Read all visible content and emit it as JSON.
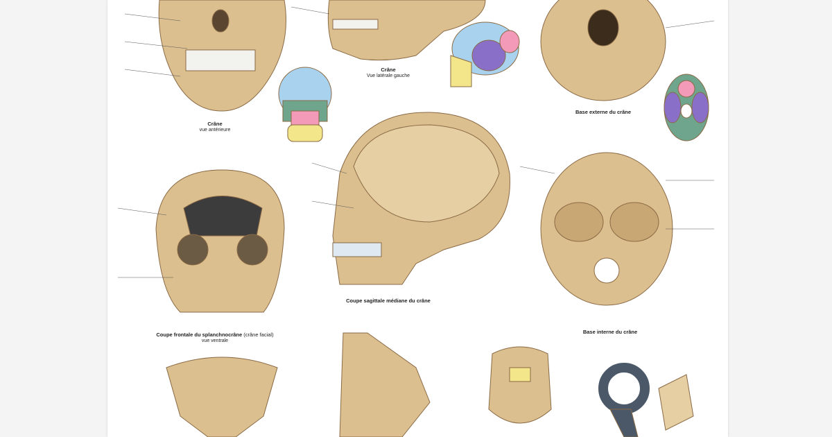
{
  "captions": {
    "skull_anterior": {
      "title": "Crâne",
      "subtitle": "vue antérieure"
    },
    "skull_lateral": {
      "title": "Crâne",
      "subtitle": "Vue latérale gauche"
    },
    "external_base": {
      "title": "Base externe du crâne"
    },
    "sagittal": {
      "title": "Coupe sagittale médiane du crâne"
    },
    "frontal_section": {
      "title": "Coupe frontale du splanchnocrâne",
      "title_suffix": "(crâne facial)",
      "subtitle": "vue ventrale"
    },
    "internal_base": {
      "title": "Base interne du crâne"
    }
  },
  "colors": {
    "bone": "#dcbf8f",
    "bone_dark": "#a98455",
    "frontal_blue": "#a9d2ee",
    "sphenoid_pink": "#f29ab8",
    "temporal_purple": "#8a6fc9",
    "maxilla_green": "#6fa58c",
    "mandible_yellow": "#f3e58a",
    "ear_ossicle_gray": "#4a5868"
  }
}
